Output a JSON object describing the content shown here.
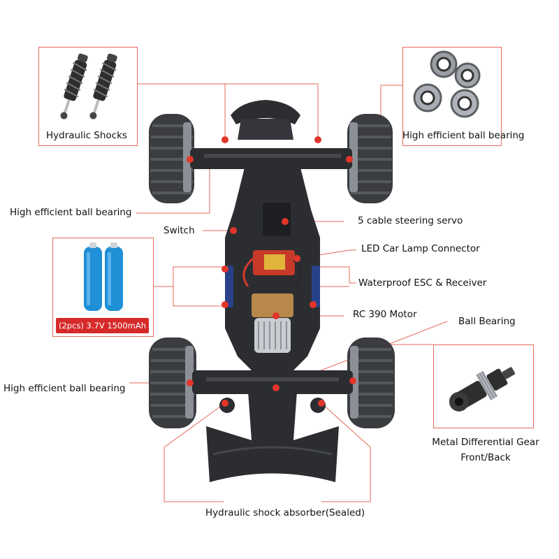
{
  "labels": {
    "hydraulic_shocks": "Hydraulic Shocks",
    "bearing_top_right": "High efficient ball bearing",
    "bearing_left_upper": "High efficient ball bearing",
    "switch": "Switch",
    "steering_servo": "5 cable steering servo",
    "led_connector": "LED Car Lamp Connector",
    "esc_receiver": "Waterproof ESC & Receiver",
    "motor": "RC 390 Motor",
    "ball_bearing": "Ball Bearing",
    "bearing_left_lower": "High efficient ball bearing",
    "differential_line1": "Metal Differential Gear",
    "differential_line2": "Front/Back",
    "shock_absorber": "Hydraulic shock absorber(Sealed)"
  },
  "battery": {
    "badge": "(2pcs)  3.7V 1500mAh"
  },
  "colors": {
    "leader_line": "#e46a5a",
    "marker_dot": "#e2362a",
    "battery_blue": "#1f8fd6",
    "badge_bg": "#d62a2a",
    "chassis": "#2b2d31",
    "tire": "#3a3c40"
  }
}
